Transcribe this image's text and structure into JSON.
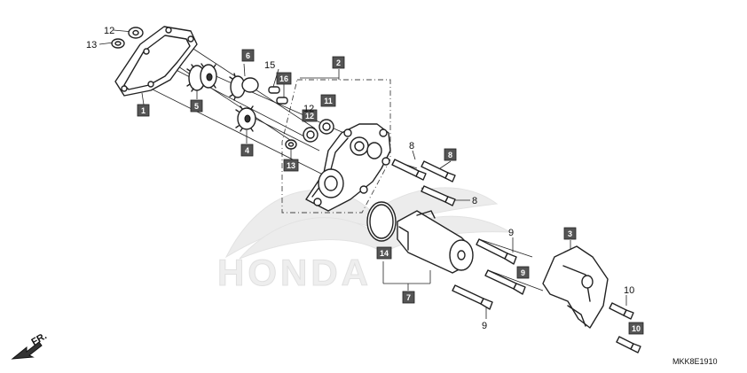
{
  "watermark": {
    "brand": "HONDA"
  },
  "labels": {
    "l1": "1",
    "l2": "2",
    "l3": "3",
    "l4": "4",
    "l5": "5",
    "l6": "6",
    "l7": "7",
    "l8a": "8",
    "l8b": "8",
    "l8c": "8",
    "l9a": "9",
    "l9b": "9",
    "l9c": "9",
    "l10a": "10",
    "l10b": "10",
    "l11": "11",
    "l12a": "12",
    "l12b": "12",
    "l12c": "12",
    "l13a": "13",
    "l13b": "13",
    "l14": "14",
    "l15": "15",
    "l16": "16"
  },
  "orientation": {
    "text": "FR."
  },
  "diagram_code": "MKK8E1910"
}
